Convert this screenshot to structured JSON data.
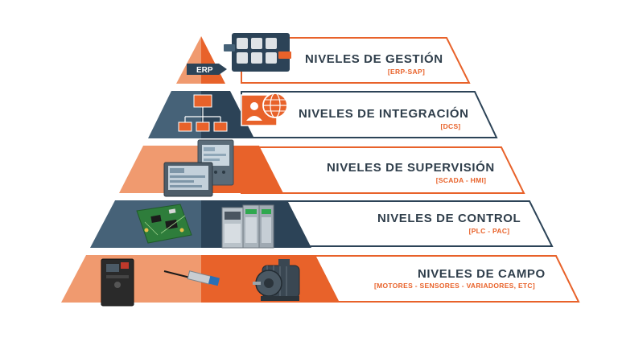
{
  "colors": {
    "orange": "#e8622a",
    "orange_light": "#f09a6f",
    "navy": "#2c4357",
    "navy_light": "#466278",
    "text_dark": "#2f3e4b"
  },
  "levels": [
    {
      "title": "NIVELES DE GESTIÓN",
      "subtitle": "[ERP-SAP]"
    },
    {
      "title": "NIVELES DE INTEGRACIÓN",
      "subtitle": "[DCS]"
    },
    {
      "title": "NIVELES DE SUPERVISIÓN",
      "subtitle": "[SCADA - HMI]"
    },
    {
      "title": "NIVELES DE CONTROL",
      "subtitle": "[PLC - PAC]"
    },
    {
      "title": "NIVELES DE CAMPO",
      "subtitle": "[MOTORES - SENSORES - VARIADORES, ETC]"
    }
  ],
  "erp_badge": "ERP",
  "icons": {
    "gestion": "erp-cloud-apps-icon",
    "integracion": "network-hierarchy-icon",
    "supervision": "hmi-panel-icon",
    "control": "plc-module-icon",
    "campo": "motor-sensor-drive-icon"
  }
}
